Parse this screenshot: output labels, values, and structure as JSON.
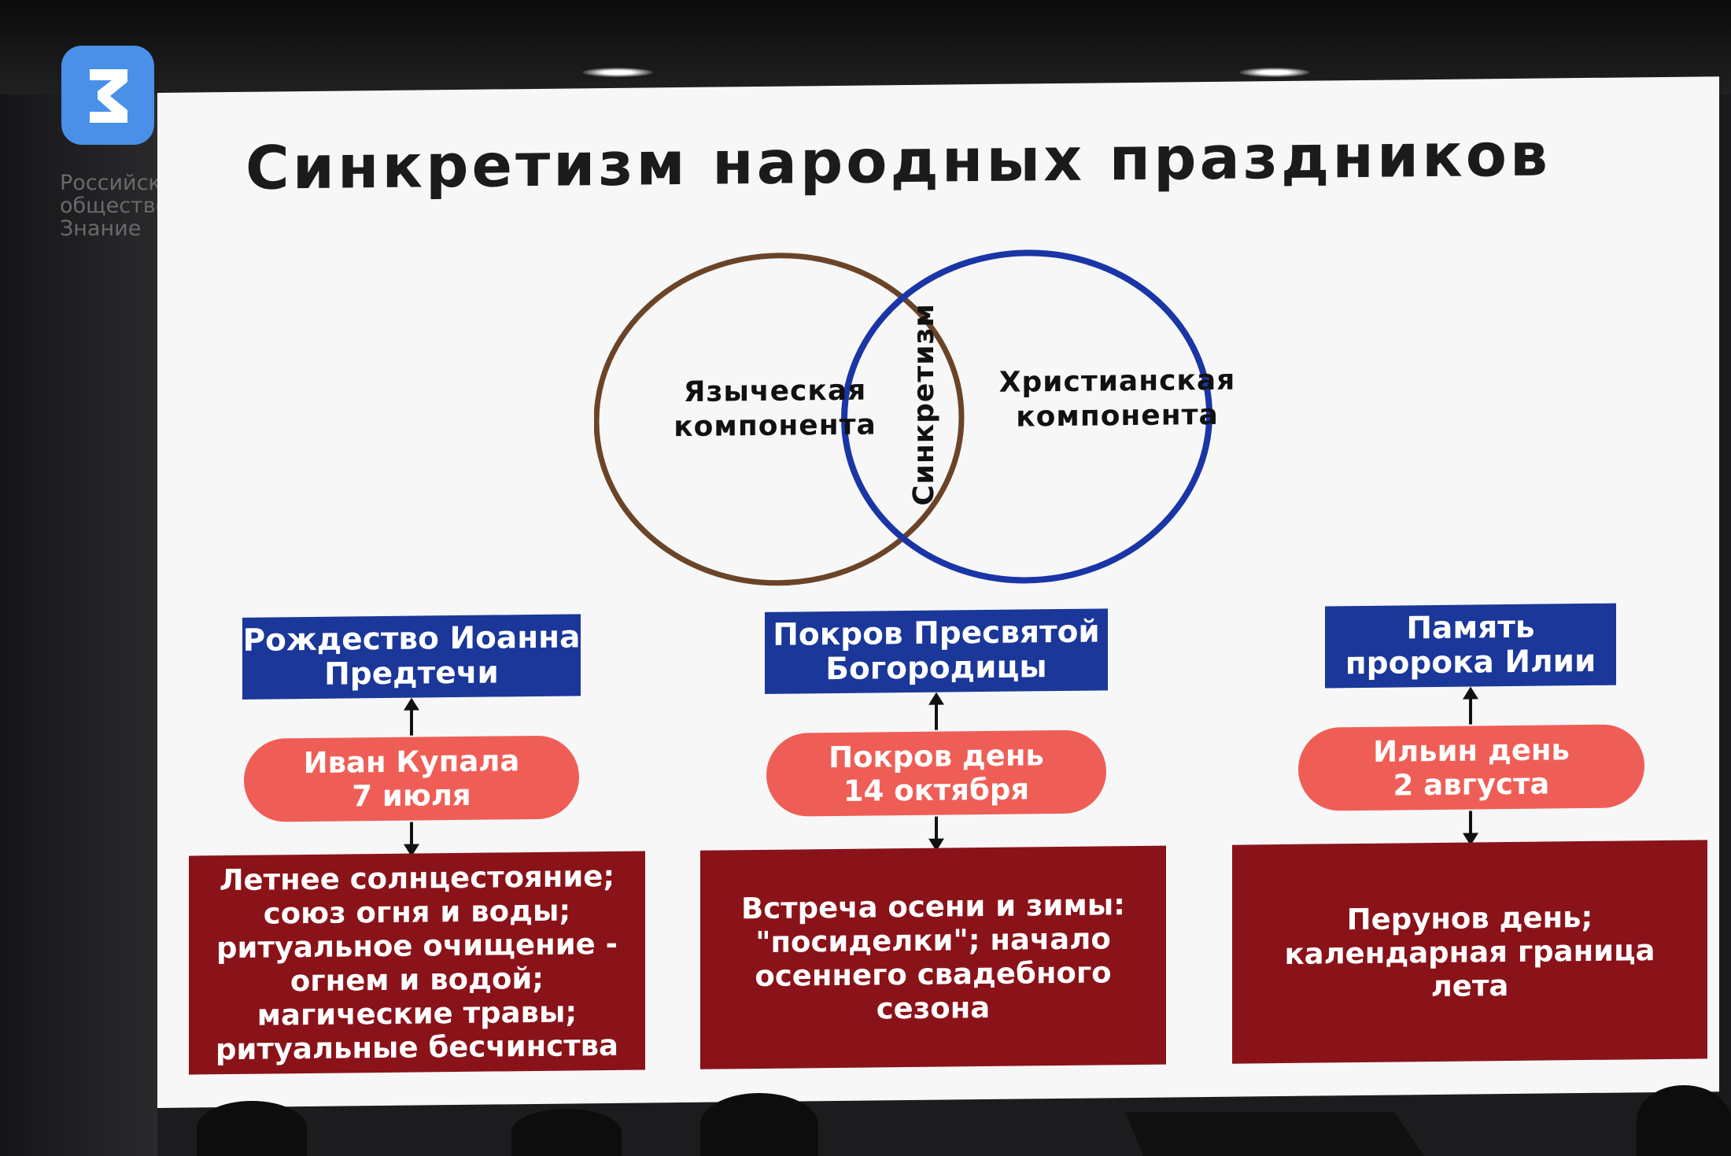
{
  "logo": {
    "lines": [
      "Российское",
      "общество",
      "Знание"
    ],
    "icon": "znanie-logo-icon"
  },
  "slide": {
    "title": "Синкретизм народных праздников",
    "venn": {
      "left_label_line1": "Языческая",
      "left_label_line2": "компонента",
      "center_label": "Синкретизм",
      "right_label_line1": "Христианская",
      "right_label_line2": "компонента",
      "left_color": "#6b4428",
      "right_color": "#1a35a6"
    },
    "columns": [
      {
        "church_line1": "Рождество Иоанна",
        "church_line2": "Предтечи",
        "folk_line1": "Иван Купала",
        "folk_line2": "7 июля",
        "meaning": [
          "Летнее солнцестояние;",
          "союз огня и воды;",
          "ритуальное очищение -",
          "огнем и водой;",
          "магические травы;",
          "ритуальные бесчинства"
        ]
      },
      {
        "church_line1": "Покров Пресвятой",
        "church_line2": "Богородицы",
        "folk_line1": "Покров день",
        "folk_line2": "14 октября",
        "meaning": [
          "Встреча осени и зимы:",
          "\"посиделки\"; начало",
          "осеннего свадебного",
          "сезона"
        ]
      },
      {
        "church_line1": "Память",
        "church_line2": "пророка Илии",
        "folk_line1": "Ильин день",
        "folk_line2": "2 августа",
        "meaning": [
          "Перунов день;",
          "календарная граница",
          "лета"
        ]
      }
    ]
  },
  "colors": {
    "blue_box": "#1a3799",
    "pill": "#ef5e56",
    "red_box": "#8a1319"
  }
}
